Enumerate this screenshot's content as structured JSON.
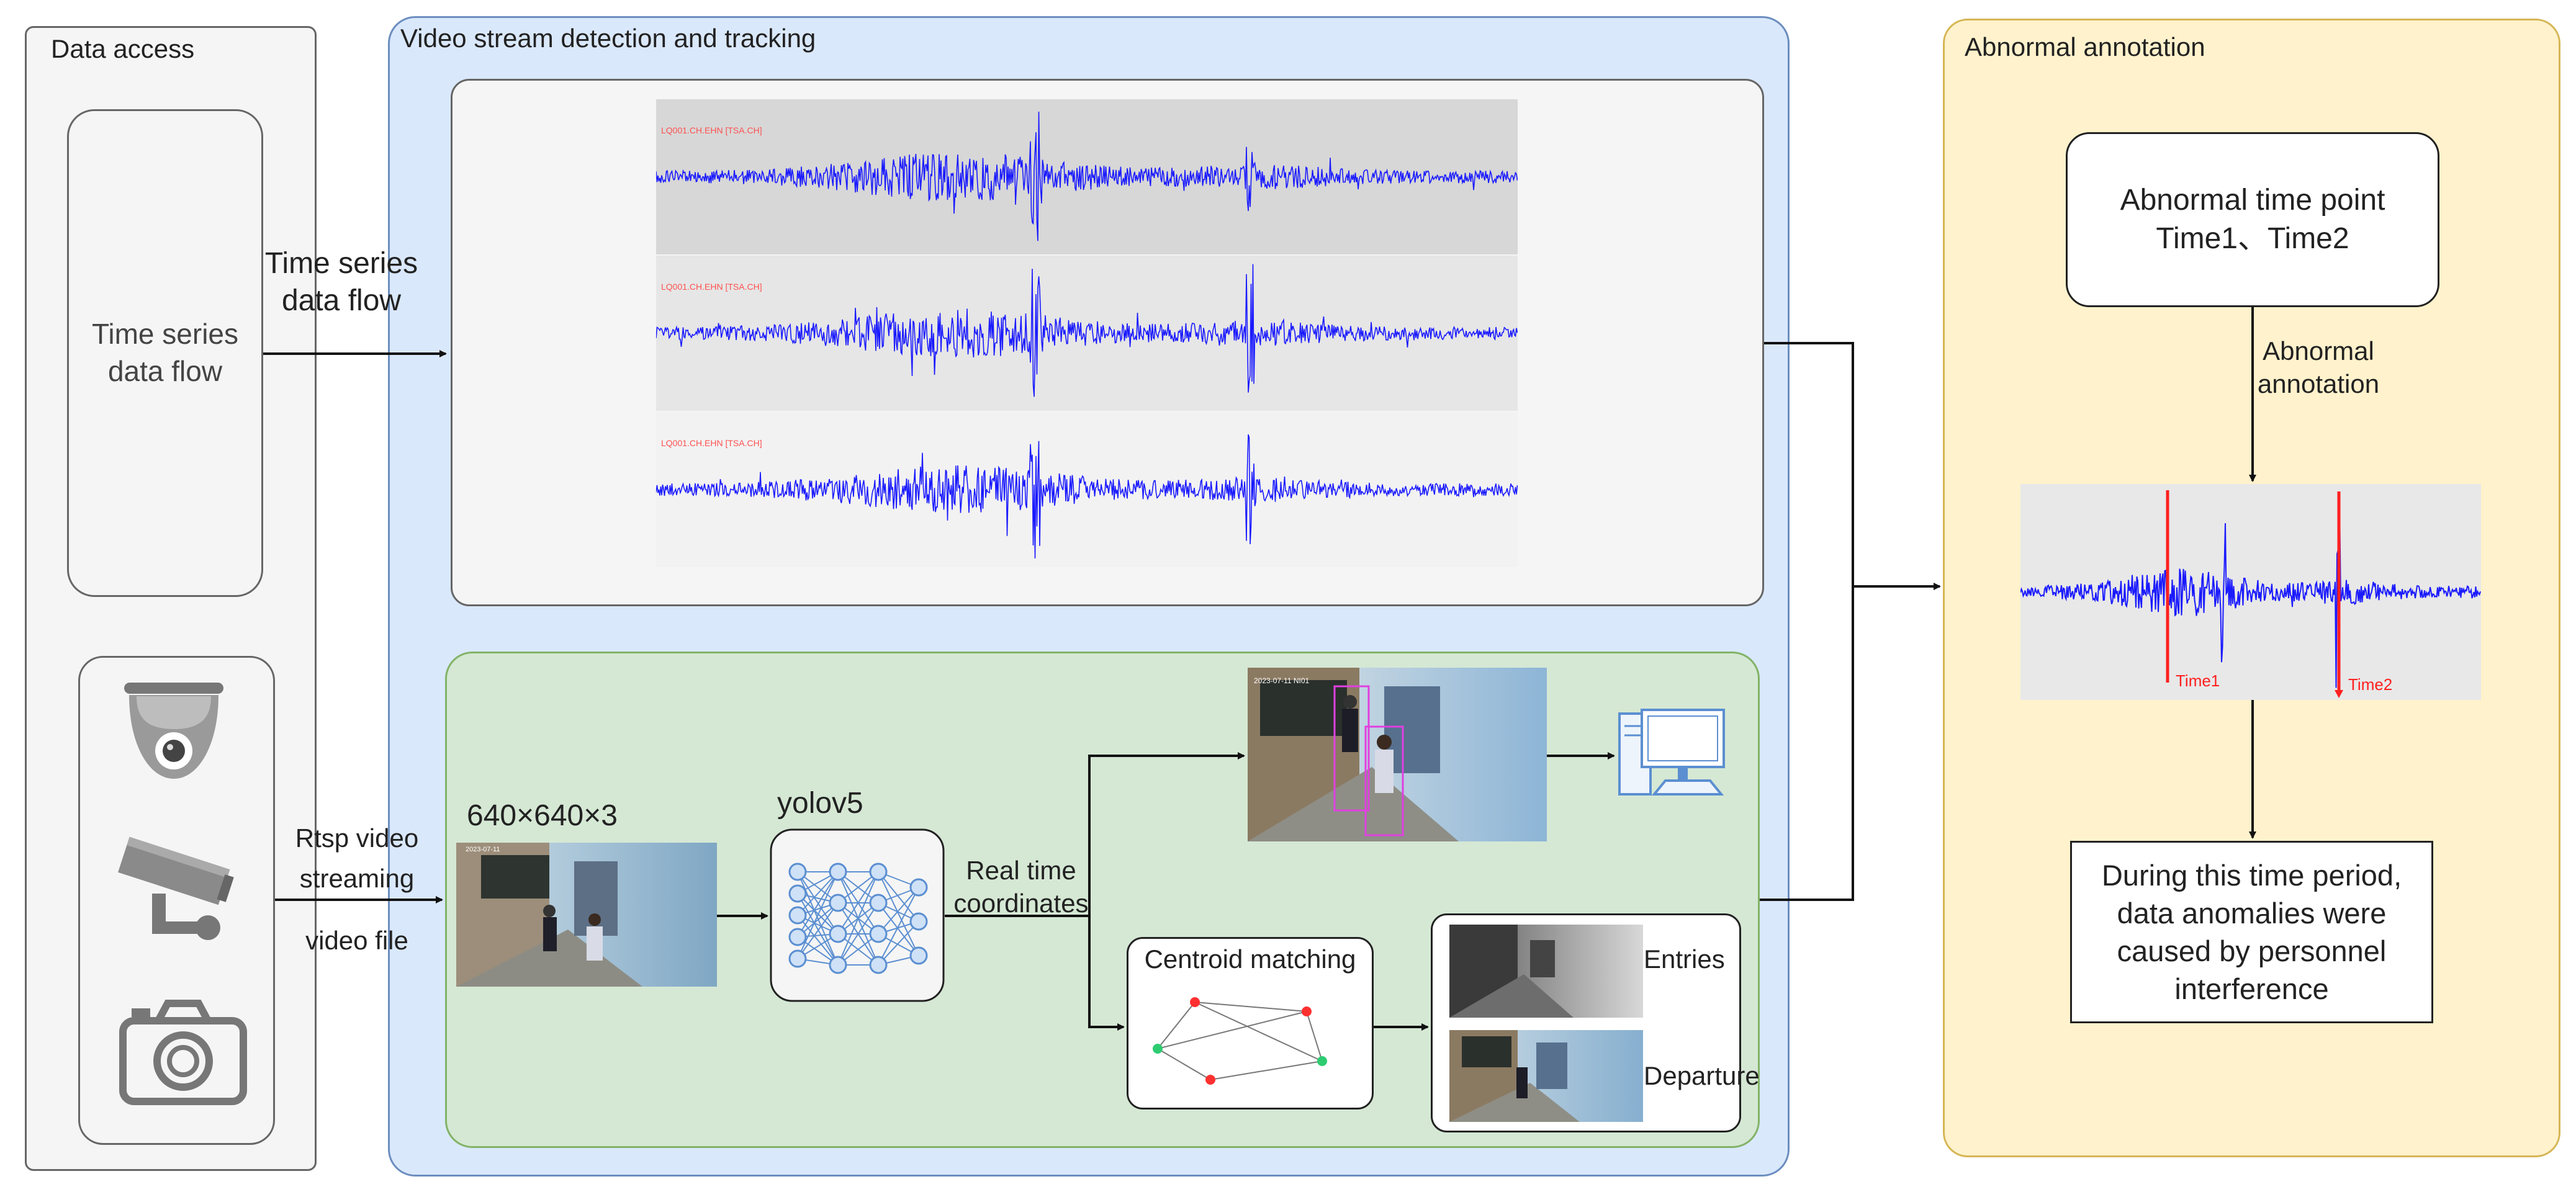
{
  "panels": {
    "data_access": "Data access",
    "video_detection": "Video stream detection and tracking",
    "abnormal_annotation": "Abnormal annotation"
  },
  "data_access": {
    "time_series_box": "Time series data flow",
    "device_icons": [
      "dome-camera-icon",
      "cctv-camera-icon",
      "photo-camera-icon"
    ]
  },
  "flows": {
    "time_series_label": "Time series data flow",
    "rtsp_label": "Rtsp video streaming",
    "video_file_label": "video file"
  },
  "waveforms": {
    "count": 3,
    "color": "#1a1aff",
    "strip_tiny_label": "LQ001.CH.EHN [TSA.CH]"
  },
  "pipeline": {
    "input_size": "640×640×3",
    "model": "yolov5",
    "coords_label": "Real time coordinates",
    "centroid": "Centroid matching",
    "entries": "Entries",
    "departure": "Departure"
  },
  "annotation": {
    "time_point_box": "Abnormal time point Time1、Time2",
    "arrow_label": "Abnormal annotation",
    "marker1": "Time1",
    "marker2": "Time2",
    "conclusion": "During this time period, data anomalies were caused by personnel interference"
  },
  "colors": {
    "data_access_bg": "#f5f5f5",
    "video_panel_bg": "#dae8fc",
    "video_panel_border": "#6c8ebf",
    "green_panel_bg": "#d5e8d4",
    "green_panel_border": "#82b366",
    "annotation_bg": "#fff2cc",
    "annotation_border": "#d6b656",
    "waveform": "#1a1aff",
    "marker": "#ff2020"
  }
}
